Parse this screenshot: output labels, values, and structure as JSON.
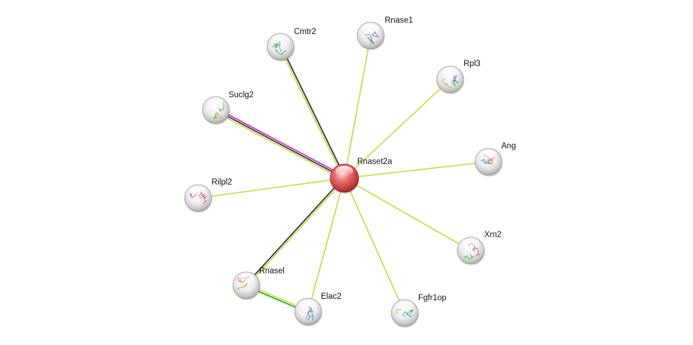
{
  "network": {
    "center": {
      "id": "rnaset2a",
      "label": "Rnaset2a"
    },
    "nodes": [
      {
        "id": "rnase1",
        "label": "Rnase1"
      },
      {
        "id": "cmtr2",
        "label": "Cmtr2"
      },
      {
        "id": "rpl3",
        "label": "Rpl3"
      },
      {
        "id": "suclg2",
        "label": "Suclg2"
      },
      {
        "id": "ang",
        "label": "Ang"
      },
      {
        "id": "rilpl2",
        "label": "Rilpl2"
      },
      {
        "id": "xrn2",
        "label": "Xrn2"
      },
      {
        "id": "rnasel",
        "label": "Rnasel"
      },
      {
        "id": "elac2",
        "label": "Elac2"
      },
      {
        "id": "fgfr1op",
        "label": "Fgfr1op"
      }
    ],
    "edges": [
      {
        "from": "rnaset2a",
        "to": "rnase1",
        "evidence": [
          "textmining"
        ]
      },
      {
        "from": "rnaset2a",
        "to": "cmtr2",
        "evidence": [
          "textmining",
          "coexpression"
        ]
      },
      {
        "from": "rnaset2a",
        "to": "rpl3",
        "evidence": [
          "textmining"
        ]
      },
      {
        "from": "rnaset2a",
        "to": "suclg2",
        "evidence": [
          "textmining",
          "coexpression",
          "experiments"
        ]
      },
      {
        "from": "rnaset2a",
        "to": "ang",
        "evidence": [
          "textmining"
        ]
      },
      {
        "from": "rnaset2a",
        "to": "rilpl2",
        "evidence": [
          "textmining"
        ]
      },
      {
        "from": "rnaset2a",
        "to": "xrn2",
        "evidence": [
          "textmining"
        ]
      },
      {
        "from": "rnaset2a",
        "to": "rnasel",
        "evidence": [
          "textmining",
          "coexpression"
        ]
      },
      {
        "from": "rnaset2a",
        "to": "elac2",
        "evidence": [
          "textmining"
        ]
      },
      {
        "from": "rnaset2a",
        "to": "fgfr1op",
        "evidence": [
          "textmining"
        ]
      },
      {
        "from": "rnasel",
        "to": "elac2",
        "evidence": [
          "textmining",
          "neighborhood"
        ]
      }
    ],
    "colors": {
      "textmining": "#c8dc4c",
      "coexpression": "#333333",
      "experiments": "#cc33cc",
      "neighborhood": "#22aa22",
      "center_node": "#e05050",
      "node_glass": "#e8e8e8"
    }
  }
}
